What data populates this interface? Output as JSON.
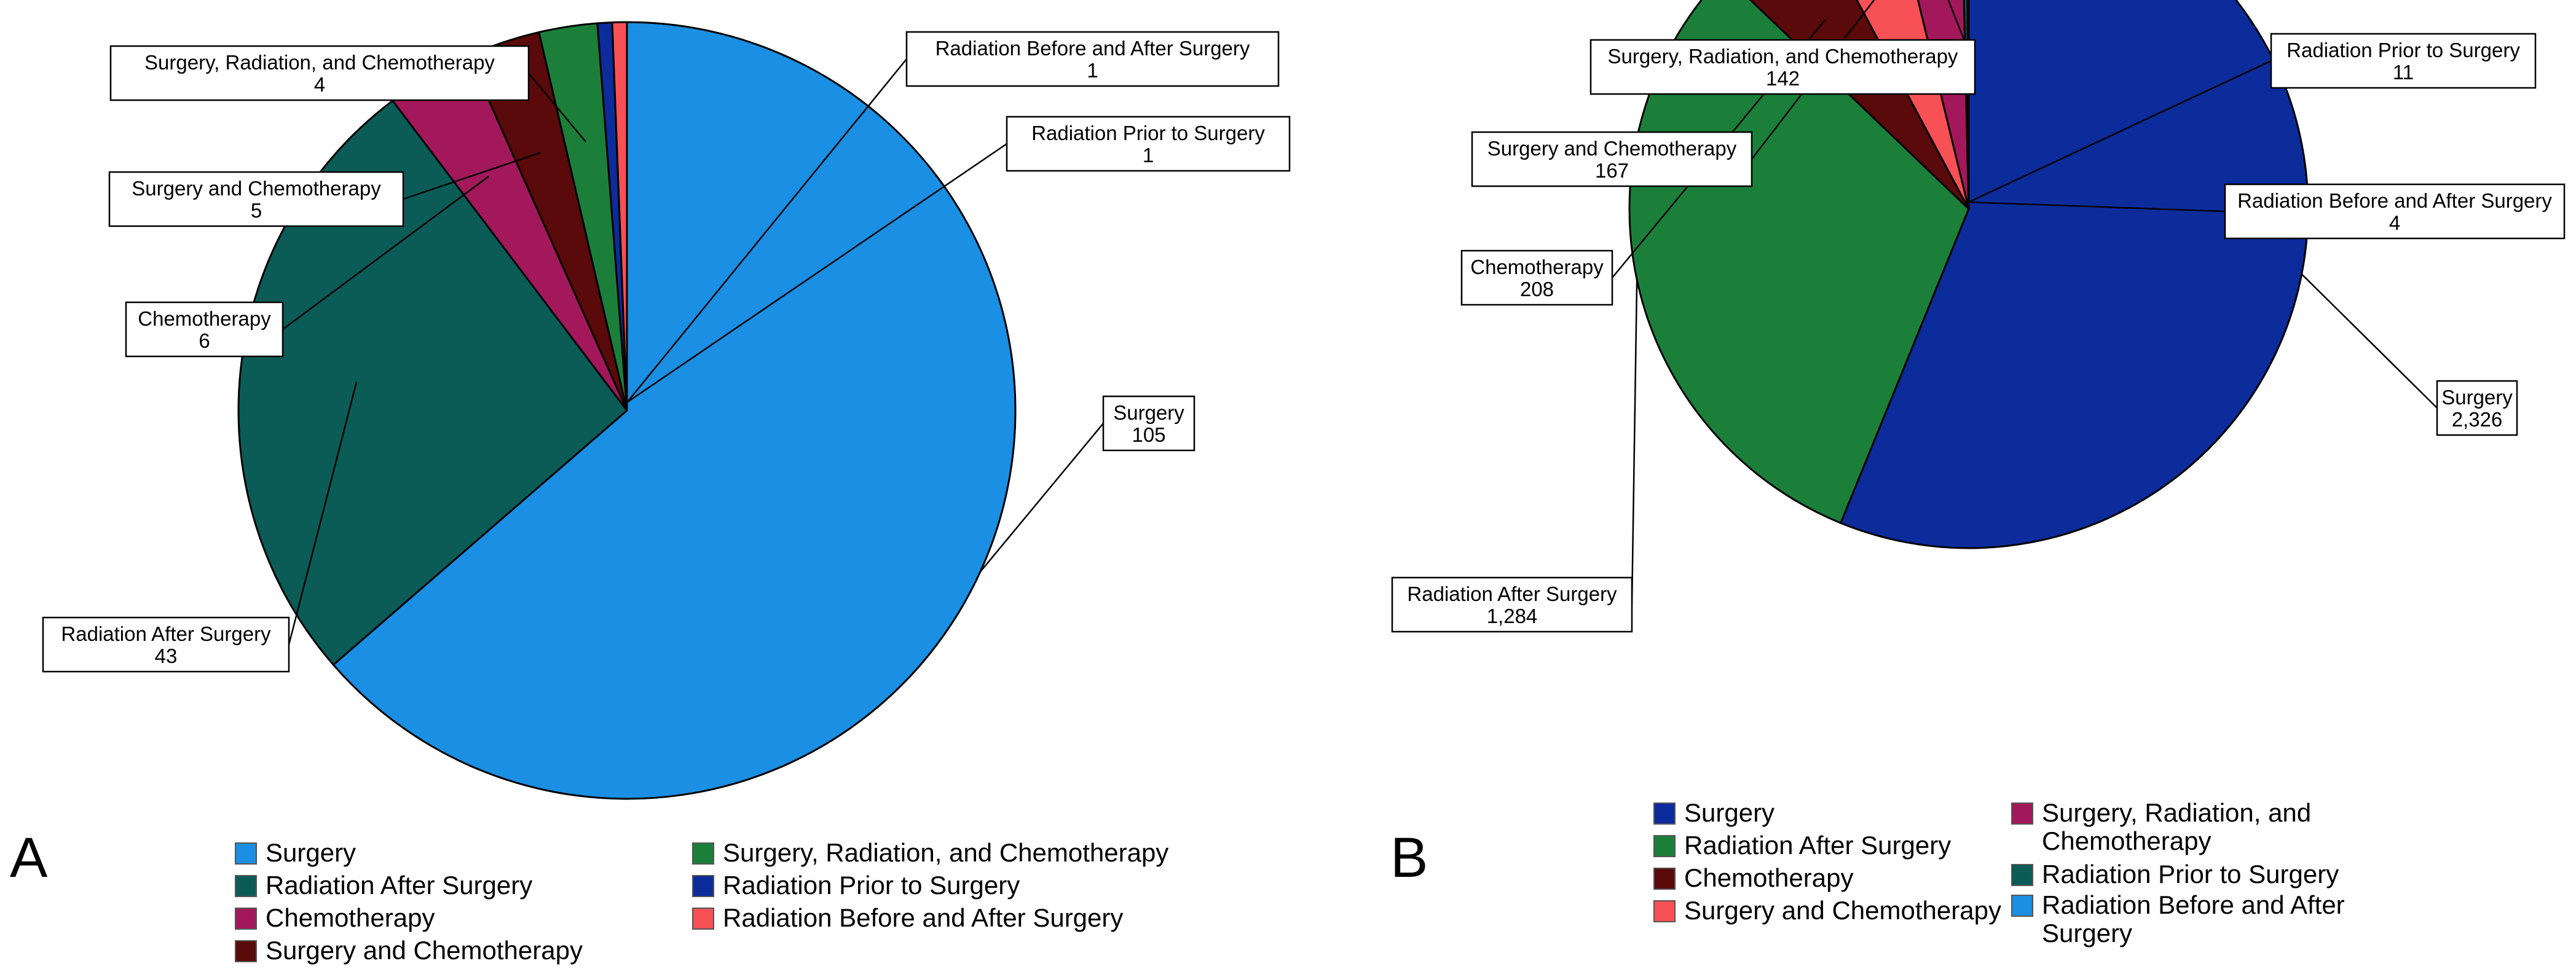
{
  "panels": [
    {
      "letter": "A"
    },
    {
      "letter": "B"
    }
  ],
  "chart_data": [
    {
      "type": "pie",
      "panel": "A",
      "slices": [
        {
          "label": "Surgery",
          "value": 105,
          "value_text": "105",
          "color": "#1a8fe3"
        },
        {
          "label": "Radiation After Surgery",
          "value": 43,
          "value_text": "43",
          "color": "#0b5c57"
        },
        {
          "label": "Chemotherapy",
          "value": 6,
          "value_text": "6",
          "color": "#a3185b"
        },
        {
          "label": "Surgery and Chemotherapy",
          "value": 5,
          "value_text": "5",
          "color": "#5a0a0a"
        },
        {
          "label": "Surgery, Radiation, and Chemotherapy",
          "value": 4,
          "value_text": "4",
          "color": "#1b7f3a"
        },
        {
          "label": "Radiation Prior to Surgery",
          "value": 1,
          "value_text": "1",
          "color": "#0c2c9c"
        },
        {
          "label": "Radiation Before and After Surgery",
          "value": 1,
          "value_text": "1",
          "color": "#f75055"
        }
      ],
      "legend": [
        "Surgery",
        "Radiation After Surgery",
        "Chemotherapy",
        "Surgery and Chemotherapy",
        "Surgery, Radiation, and Chemotherapy",
        "Radiation Prior to Surgery",
        "Radiation Before and After Surgery"
      ],
      "legend_placement": "bottom"
    },
    {
      "type": "pie",
      "panel": "B",
      "slices": [
        {
          "label": "Surgery",
          "value": 2326,
          "value_text": "2,326",
          "color": "#0c2c9c"
        },
        {
          "label": "Radiation After Surgery",
          "value": 1284,
          "value_text": "1,284",
          "color": "#1b7f3a"
        },
        {
          "label": "Chemotherapy",
          "value": 208,
          "value_text": "208",
          "color": "#5a0a0a"
        },
        {
          "label": "Surgery and Chemotherapy",
          "value": 167,
          "value_text": "167",
          "color": "#f75055"
        },
        {
          "label": "Surgery, Radiation, and Chemotherapy",
          "value": 142,
          "value_text": "142",
          "color": "#a3185b"
        },
        {
          "label": "Radiation Prior to Surgery",
          "value": 11,
          "value_text": "11",
          "color": "#0b5c57"
        },
        {
          "label": "Radiation Before and After Surgery",
          "value": 4,
          "value_text": "4",
          "color": "#1a8fe3"
        }
      ],
      "legend": [
        "Surgery",
        "Radiation After Surgery",
        "Chemotherapy",
        "Surgery and Chemotherapy",
        "Surgery, Radiation, and Chemotherapy",
        "Radiation Prior to Surgery",
        "Radiation Before and After Surgery"
      ],
      "legend_placement": "bottom"
    }
  ]
}
